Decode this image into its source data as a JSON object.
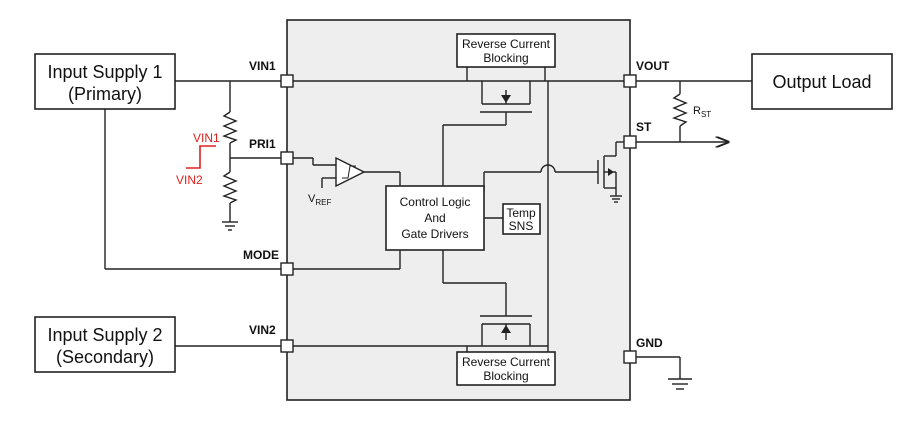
{
  "blocks": {
    "input1": [
      "Input Supply 1",
      "(Primary)"
    ],
    "input2": [
      "Input Supply 2",
      "(Secondary)"
    ],
    "output": "Output Load",
    "rcb_top": [
      "Reverse Current",
      "Blocking"
    ],
    "rcb_bottom": [
      "Reverse Current",
      "Blocking"
    ],
    "control": [
      "Control Logic",
      "And",
      "Gate Drivers"
    ],
    "temp": [
      "Temp",
      "SNS"
    ]
  },
  "pins": {
    "vin1": "VIN1",
    "pri1": "PRI1",
    "mode": "MODE",
    "vin2": "VIN2",
    "vout": "VOUT",
    "st": "ST",
    "gnd": "GND"
  },
  "labels": {
    "vref_main": "V",
    "vref_sub": "REF",
    "rst_main": "R",
    "rst_sub": "ST",
    "pri_threshold_high": "VIN1",
    "pri_threshold_low": "VIN2"
  },
  "colors": {
    "chip_fill": "#eeeeee",
    "annotation_red": "#e0201c"
  }
}
